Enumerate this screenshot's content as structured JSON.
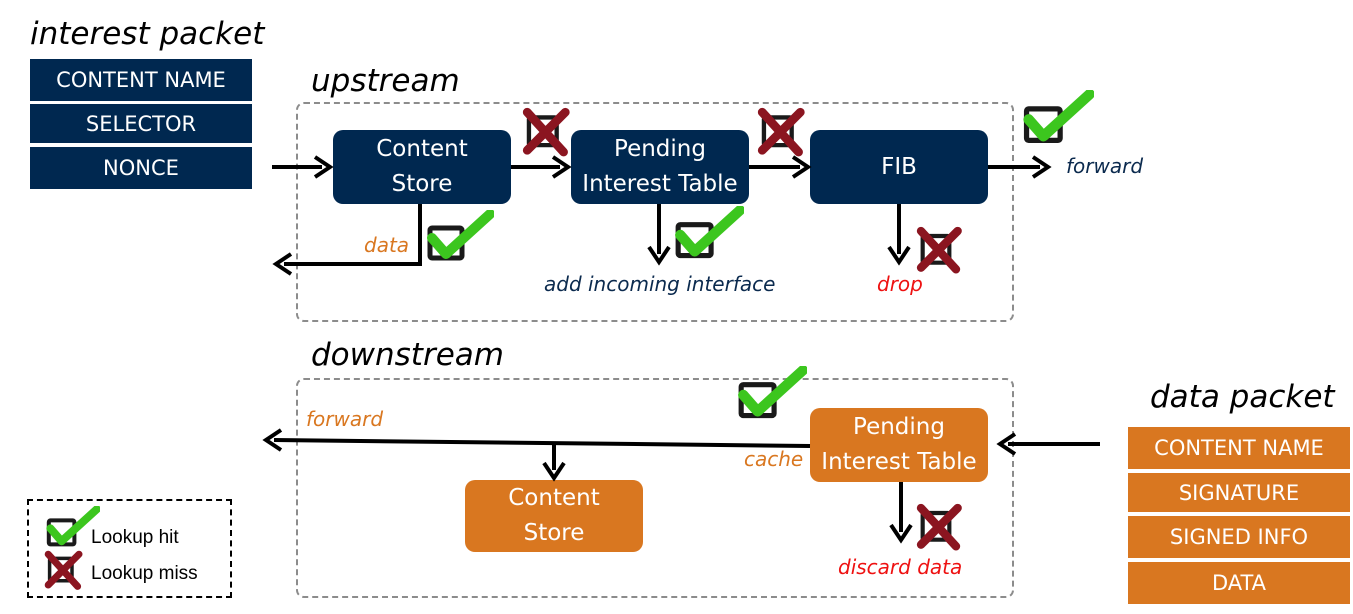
{
  "interest_packet": {
    "title": "interest packet",
    "fields": [
      "CONTENT NAME",
      "SELECTOR",
      "NONCE"
    ]
  },
  "data_packet": {
    "title": "data packet",
    "fields": [
      "CONTENT NAME",
      "SIGNATURE",
      "SIGNED INFO",
      "DATA"
    ]
  },
  "upstream": {
    "title": "upstream",
    "content_store": "Content Store",
    "pit": "Pending Interest Table",
    "fib": "FIB",
    "forward": "forward",
    "data": "data",
    "add_incoming": "add incoming interface",
    "drop": "drop"
  },
  "downstream": {
    "title": "downstream",
    "forward": "forward",
    "cache": "cache",
    "pit": "Pending Interest Table",
    "content_store": "Content Store",
    "discard": "discard data"
  },
  "legend": {
    "hit": "Lookup hit",
    "miss": "Lookup miss"
  },
  "colors": {
    "navy": "#002850",
    "orange": "#d97720",
    "check_green": "#3cc61e",
    "cross_red": "#8b1520"
  }
}
